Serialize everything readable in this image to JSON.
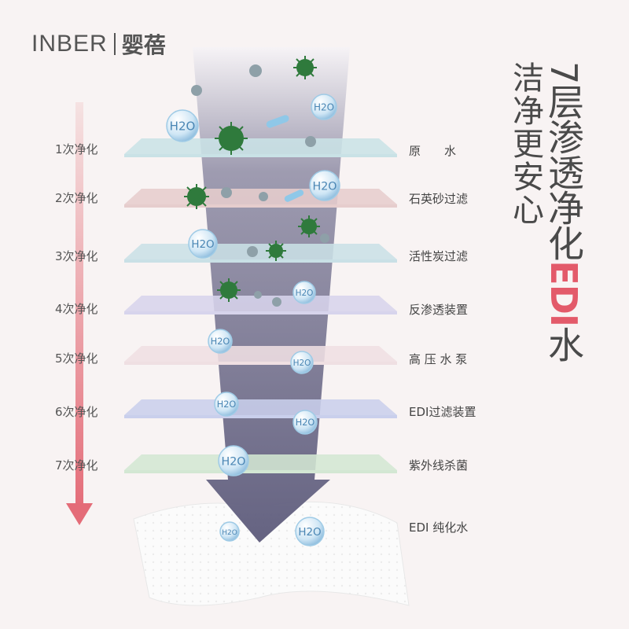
{
  "brand": {
    "name_en": "INBER",
    "name_cn": "婴蓓"
  },
  "headline": {
    "main_prefix": "7层渗透净化",
    "main_accent": "EDI",
    "main_suffix": "水",
    "sub": "洁净更安心"
  },
  "stages": [
    {
      "step": "1次净化",
      "label": "原　　水",
      "color": "#c9e2e6"
    },
    {
      "step": "2次净化",
      "label": "石英砂过滤",
      "color": "#e6cdcd"
    },
    {
      "step": "3次净化",
      "label": "活性炭过滤",
      "color": "#c9e0e6"
    },
    {
      "step": "4次净化",
      "label": "反渗透装置",
      "color": "#d7d4ec"
    },
    {
      "step": "5次净化",
      "label": "高 压 水 泵",
      "color": "#efdfe2"
    },
    {
      "step": "6次净化",
      "label": "EDI过滤装置",
      "color": "#c9cfec"
    },
    {
      "step": "7次净化",
      "label": "紫外线杀菌",
      "color": "#d3e7d3"
    }
  ],
  "final_label": "EDI 纯化水",
  "molecule_text": "H2O",
  "colors": {
    "arrow_gradient_top": "#f2d6d6",
    "arrow_gradient_bottom": "#e36c77",
    "flow_top": "#f3f0f3",
    "flow_bottom": "#5c5a7a",
    "accent": "#e35a6a",
    "bacteria": "#2f7a3c"
  }
}
